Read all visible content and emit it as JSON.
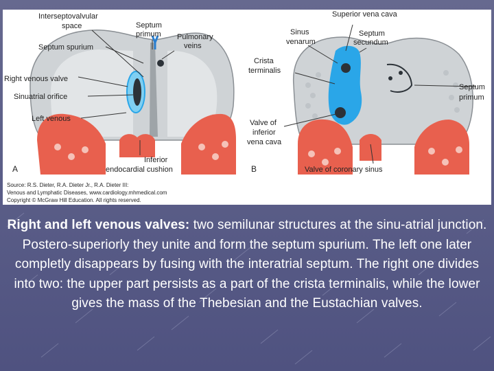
{
  "figure": {
    "panel_a": {
      "letter": "A",
      "labels": {
        "interseptovalvular_1": "Interseptovalvular",
        "interseptovalvular_2": "space",
        "septum_primum_1": "Septum",
        "septum_primum_2": "primum",
        "pulmonary_veins_1": "Pulmonary",
        "pulmonary_veins_2": "veins",
        "septum_spurium": "Septum spurium",
        "right_venous_valve": "Right venous valve",
        "sinuatrial_orifice": "Sinuatrial orifice",
        "left_venous": "Left venous",
        "inferior_cushion_1": "Inferior",
        "inferior_cushion_2": "endocardial cushion"
      }
    },
    "panel_b": {
      "letter": "B",
      "labels": {
        "superior_vena_cava": "Superior vena cava",
        "sinus_venarum_1": "Sinus",
        "sinus_venarum_2": "venarum",
        "septum_secundum_1": "Septum",
        "septum_secundum_2": "secundum",
        "crista_terminalis_1": "Crista",
        "crista_terminalis_2": "terminalis",
        "septum_primum_1": "Septum",
        "septum_primum_2": "primum",
        "valve_ivc_1": "Valve of",
        "valve_ivc_2": "inferior",
        "valve_ivc_3": "vena cava",
        "valve_coronary_sinus": "Valve of coronary sinus"
      }
    },
    "source": {
      "line1": "Source: R.S. Dieter, R.A. Dieter Jr., R.A. Dieter III:",
      "line2": "Venous and Lymphatic Diseases, www.cardiology.mhmedical.com",
      "line3": "Copyright © McGraw Hill Education. All rights reserved."
    }
  },
  "caption": {
    "term": "Right and left venous valves:",
    "text": " two semilunar structures at the sinu-atrial junction. Postero-superiorly they unite and form the septum spurium. The left one later completly disappears by fusing with the interatrial septum. The right one divides into two: the upper part persists as a part of the crista terminalis, while the lower gives the mass of the Thebesian and the Eustachian valves."
  },
  "colors": {
    "background": "#5c5f8c",
    "tissue": "#e8604e",
    "venous_valve": "#2aa6e8",
    "atrium_grey": "#c8ccd0"
  }
}
